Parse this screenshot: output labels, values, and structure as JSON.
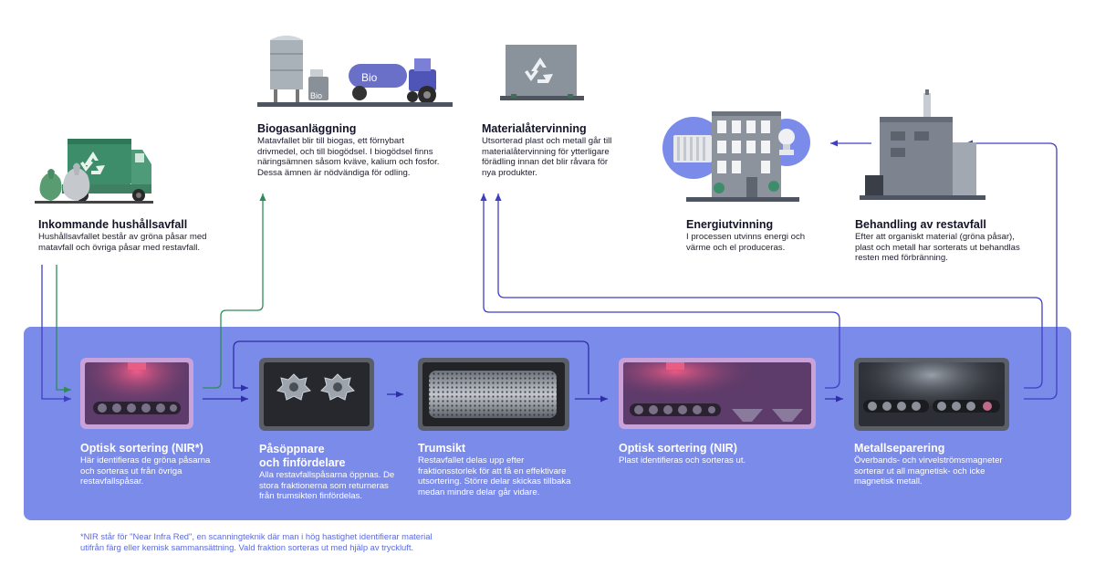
{
  "top_sections": {
    "incoming": {
      "title": "Inkommande hushållsavfall",
      "text": "Hushållsavfallet består av gröna påsar med\nmatavfall och övriga påsar med restavfall."
    },
    "biogas": {
      "title": "Biogasanläggning",
      "text": "Matavfallet blir till biogas, ett förnybart\ndrivmedel, och till biogödsel. I biogödsel finns\nnäringsämnen såsom kväve, kalium och fosfor.\nDessa ämnen är nödvändiga för odling.",
      "tank_label": "Bio",
      "trailer_label": "Bio"
    },
    "material": {
      "title": "Materialåtervinning",
      "text": "Utsorterad plast och metall går till\nmaterialåtervinning för ytterligare\nförädling innan det blir råvara för\nnya produkter."
    },
    "energy": {
      "title": "Energiutvinning",
      "text": "I processen utvinns energi och\nvärme och el produceras."
    },
    "residual": {
      "title": "Behandling av restavfall",
      "text": "Efter att organiskt material (gröna påsar),\nplast och metall har sorterats ut behandlas\nresten med förbränning."
    }
  },
  "process_steps": [
    {
      "title": "Optisk sortering (NIR*)",
      "text": "Här identifieras de gröna påsarna\noch sorteras ut från övriga\nrestavfallspåsar."
    },
    {
      "title": "Påsöppnare\noch finfördelare",
      "text": "Alla restavfallspåsarna öppnas. De\nstora fraktionerna som returneras\nfrån trumsikten finfördelas."
    },
    {
      "title": "Trumsikt",
      "text": "Restavfallet delas upp efter\nfraktionsstorlek för att få en effektivare\nutsortering. Större delar skickas tillbaka\nmedan mindre delar går vidare."
    },
    {
      "title": "Optisk sortering (NIR)",
      "text": "Plast identifieras och sorteras ut."
    },
    {
      "title": "Metallseparering",
      "text": "Överbands- och virvelströmsmagneter\nsorterar ut all magnetisk- och icke\nmagnetisk metall."
    }
  ],
  "footnote": "*NIR står för \"Near Infra Red\", en scanningteknik där man i hög hastighet identifierar material\nutifrån färg eller kemisk sammansättning. Vald fraktion sorteras ut med hjälp av tryckluft.",
  "icons": [
    "garbage-truck-icon",
    "recycling-symbol-icon",
    "green-bag-icon",
    "grey-bag-icon",
    "gas-tank-icon",
    "tractor-icon",
    "recycling-sign-icon",
    "apartment-building-icon",
    "radiator-icon",
    "lightbulb-icon",
    "incineration-plant-icon",
    "nir-sorter-icon",
    "bag-opener-icon",
    "drum-screen-icon",
    "metal-separator-icon"
  ],
  "colors": {
    "panel": "#7b8be9",
    "arrow": "#3f3fc4",
    "green_arrow": "#2e8b57",
    "footnote": "#5b6be0",
    "truck_green": "#3d8c6a"
  }
}
